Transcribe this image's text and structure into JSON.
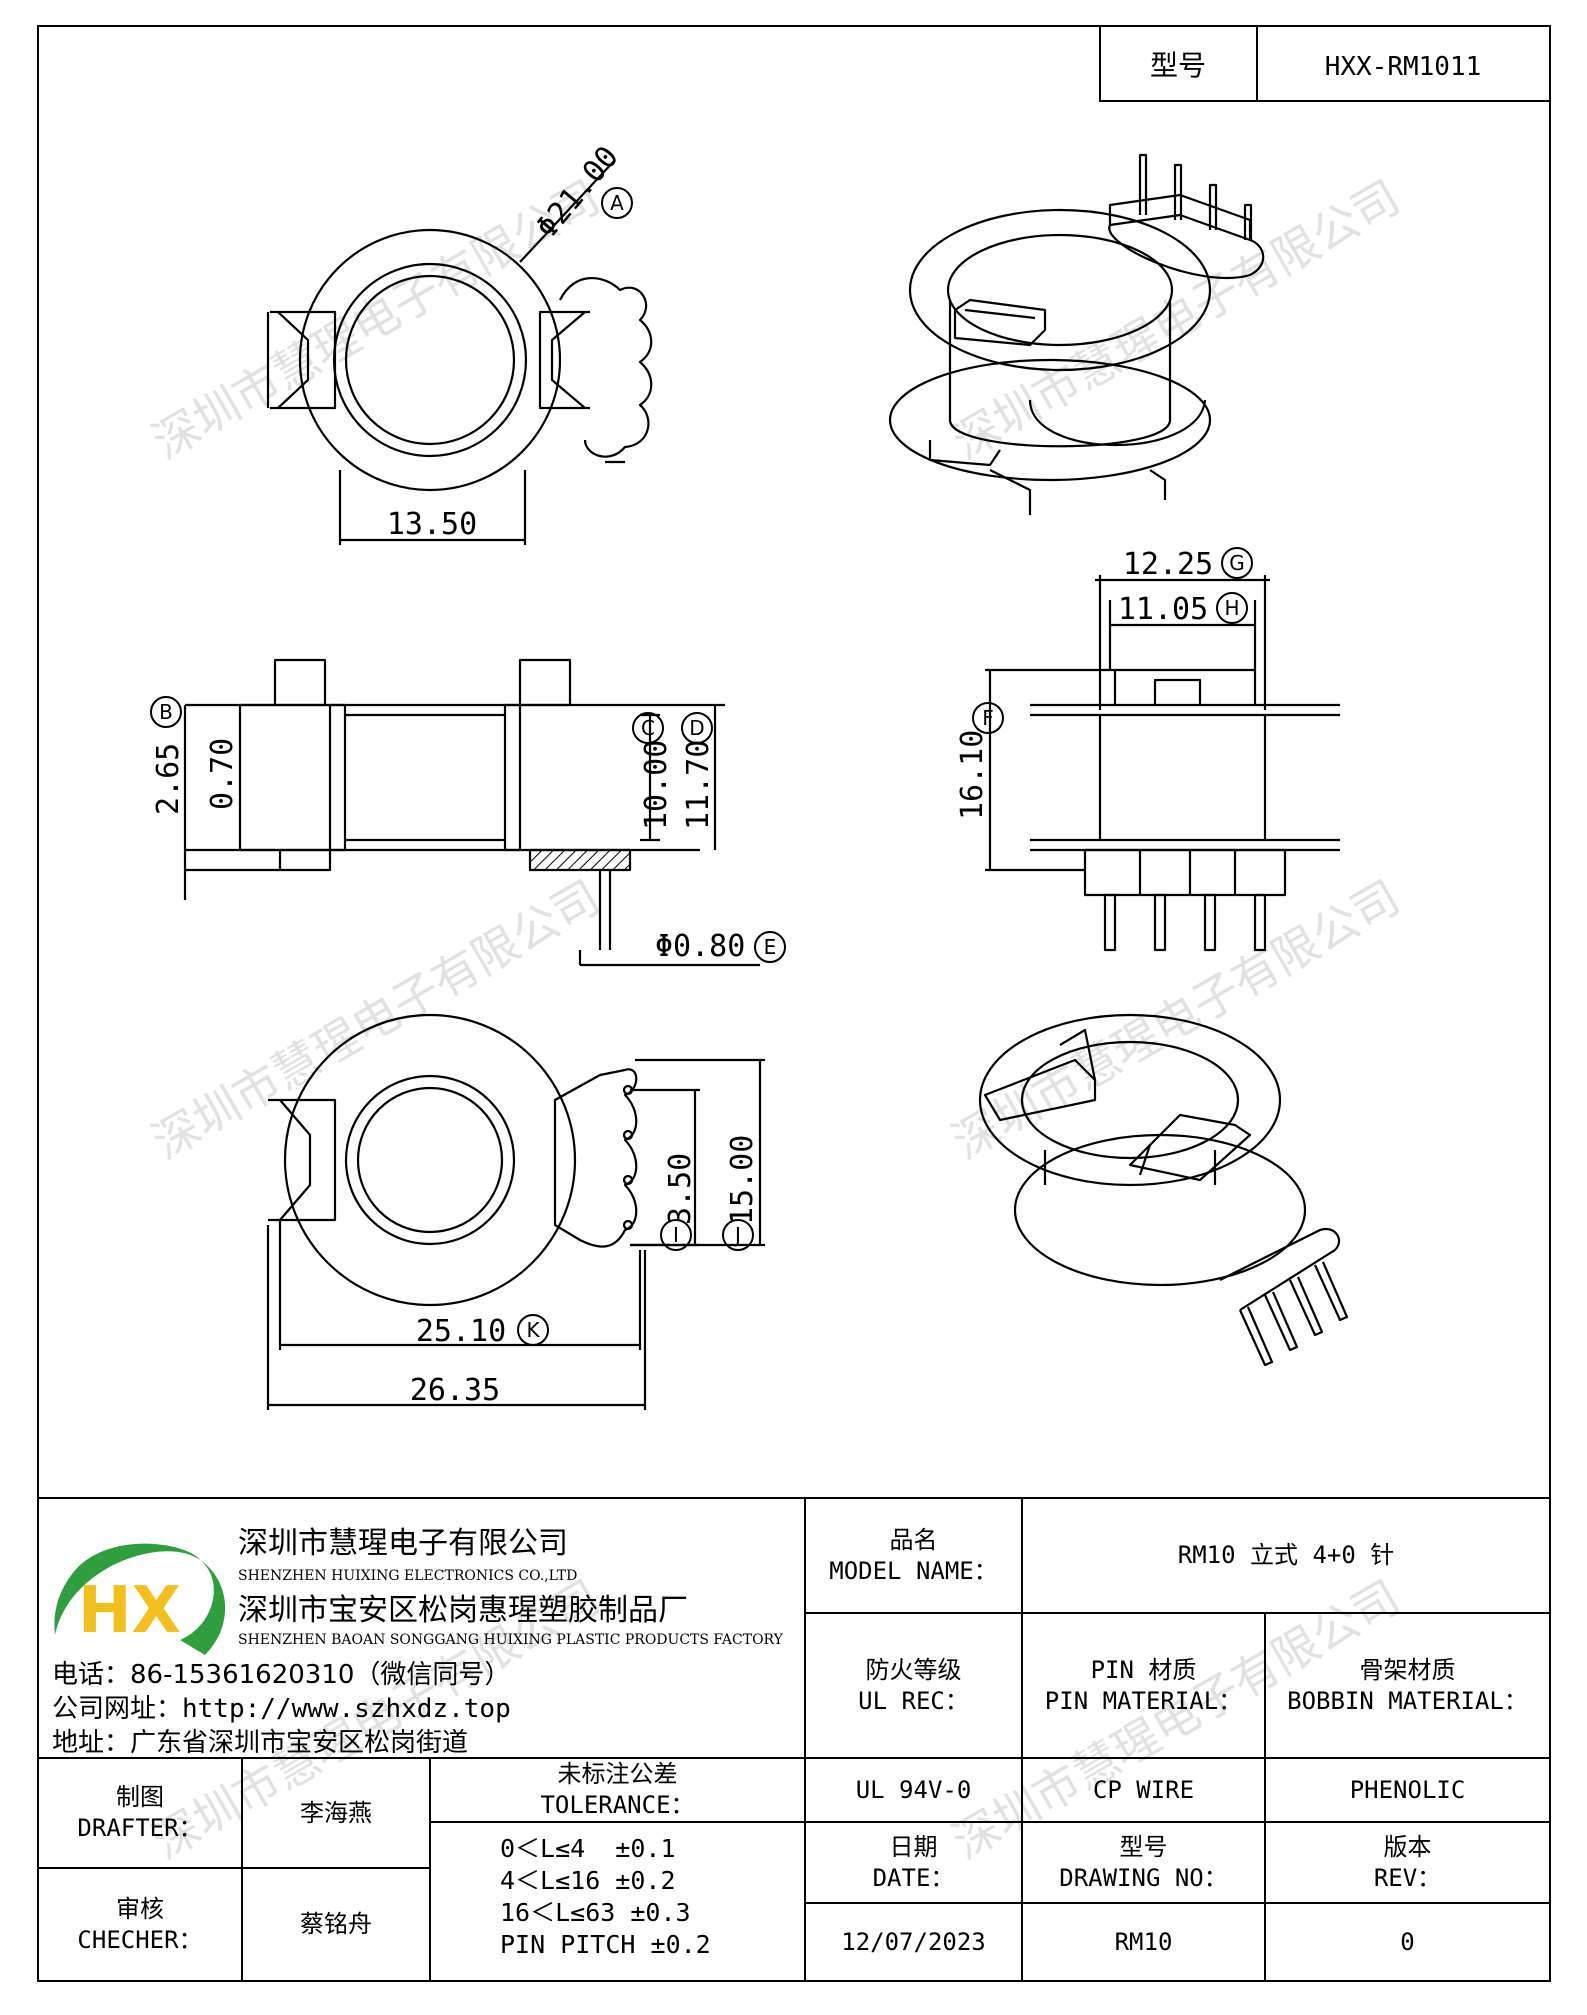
{
  "header": {
    "model_label": "型号",
    "model_value": "HXX-RM1011"
  },
  "drawing": {
    "dims": {
      "A": "Φ21.00",
      "k13": "13.50",
      "B": "2.65",
      "b2": "0.70",
      "C": "10.00",
      "D": "11.70",
      "E": "Φ0.80",
      "G": "12.25",
      "H": "11.05",
      "F": "16.10",
      "I": "3.50",
      "J": "15.00",
      "K": "25.10",
      "k26": "26.35"
    },
    "circle_labels": [
      "A",
      "B",
      "C",
      "D",
      "E",
      "F",
      "G",
      "H",
      "I",
      "J",
      "K"
    ]
  },
  "company": {
    "name_cn": "深圳市慧瑆电子有限公司",
    "name_en": "SHENZHEN HUIXING ELECTRONICS CO.,LTD",
    "factory_cn": "深圳市宝安区松岗惠瑆塑胶制品厂",
    "factory_en": "SHENZHEN BAOAN SONGGANG HUIXING PLASTIC PRODUCTS FACTORY",
    "phone": "电话：86-15361620310（微信同号）",
    "website": "公司网址：http://www.szhxdz.top",
    "address": "地址：广东省深圳市宝安区松岗街道",
    "logo_text": "HX",
    "watermark": "深圳市慧瑆电子有限公司"
  },
  "table": {
    "model_name_cn": "品名",
    "model_name_en": "MODEL NAME：",
    "model_name_value": "RM10 立式 4+0 针",
    "ul_cn": "防火等级",
    "ul_en": "UL REC：",
    "ul_value": "UL 94V-0",
    "pin_cn": "PIN 材质",
    "pin_en": "PIN MATERIAL：",
    "pin_value": "CP WIRE",
    "bobbin_cn": "骨架材质",
    "bobbin_en": "BOBBIN MATERIAL：",
    "bobbin_value": "PHENOLIC",
    "drafter_cn": "制图",
    "drafter_en": "DRAFTER：",
    "drafter_name": "李海燕",
    "checker_cn": "审核",
    "checker_en": "CHECHER：",
    "checker_name": "蔡铭舟",
    "tol_cn": "未标注公差",
    "tol_en": "TOLERANCE：",
    "tol_lines": [
      "0＜L≤4  ±0.1",
      "4＜L≤16 ±0.2",
      "16＜L≤63 ±0.3",
      "PIN PITCH ±0.2"
    ],
    "date_cn": "日期",
    "date_en": "DATE：",
    "date_value": "12/07/2023",
    "dwg_cn": "型号",
    "dwg_en": "DRAWING NO：",
    "dwg_value": "RM10",
    "rev_cn": "版本",
    "rev_en": "REV：",
    "rev_value": "0"
  },
  "colors": {
    "logo_green": "#2e9e3e",
    "logo_yellow": "#f2c01c",
    "line": "#000000",
    "watermark": "#c8c8c8"
  }
}
